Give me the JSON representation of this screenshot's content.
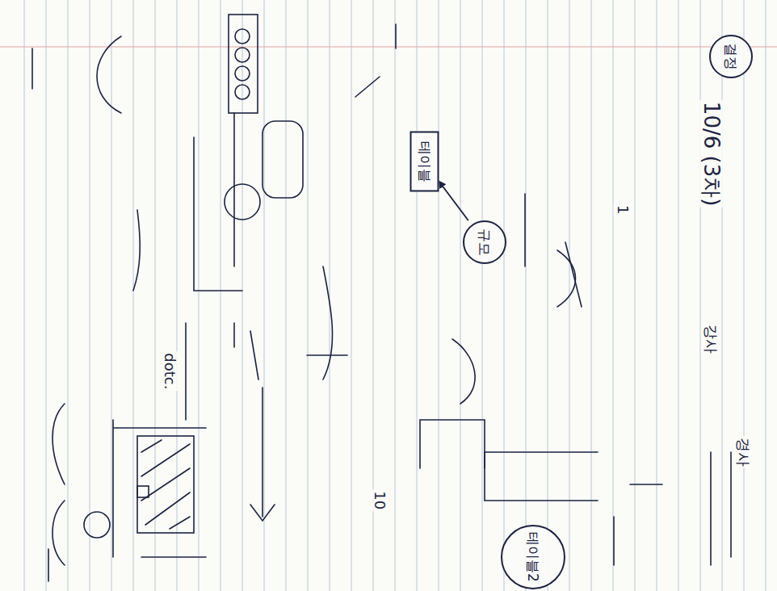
{
  "diagram": {
    "title": "10/6 (3차)",
    "nodes": [
      {
        "text": [
          "테이블"
        ]
      },
      {
        "text": [
          "규모"
        ]
      },
      {
        "text": [
          "결정"
        ]
      },
      {
        "text": [
          "테이블2"
        ]
      }
    ],
    "edges": [
      {
        "from": 1,
        "to": 0,
        "arrow": "to"
      }
    ],
    "labels": [
      "강사",
      "dotc.",
      "경사",
      "10",
      "1"
    ]
  }
}
